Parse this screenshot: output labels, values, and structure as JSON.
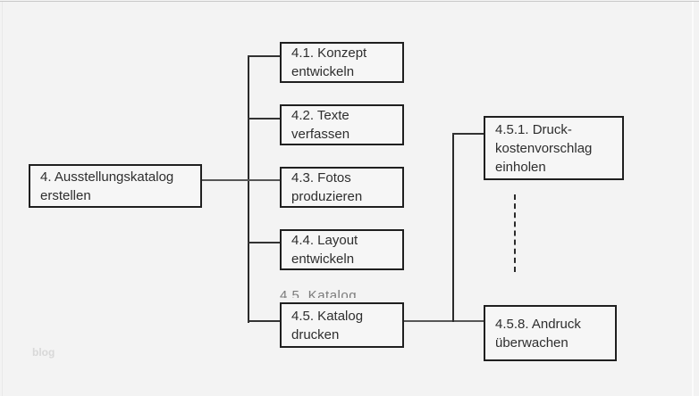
{
  "diagram": {
    "type": "work-breakdown-structure",
    "language": "de",
    "nodes": [
      {
        "id": "4",
        "label": "4. Ausstellungskatalog erstellen"
      },
      {
        "id": "4.1",
        "label": "4.1. Konzept entwickeln"
      },
      {
        "id": "4.2",
        "label": "4.2. Texte verfassen"
      },
      {
        "id": "4.3",
        "label": "4.3. Fotos produzieren"
      },
      {
        "id": "4.4",
        "label": "4.4. Layout entwickeln"
      },
      {
        "id": "4.5",
        "label": "4.5. Katalog drucken"
      },
      {
        "id": "4.5.1",
        "label": "4.5.1. Druck­kostenvorschlag einholen"
      },
      {
        "id": "4.5.8",
        "label": "4.5.8. Andruck überwachen"
      }
    ],
    "clipped_label_artifact": "4.5. Katalog",
    "omission_indicator": "dashed-vertical-line"
  },
  "watermark": "blog",
  "colors": {
    "background": "#f3f3f3",
    "box_border": "#1f1f1f",
    "box_fill": "#f6f6f6",
    "connector": "#333333",
    "connector_gray": "#565656",
    "text": "#2e2e2e",
    "watermark": "#d8d8d8"
  }
}
